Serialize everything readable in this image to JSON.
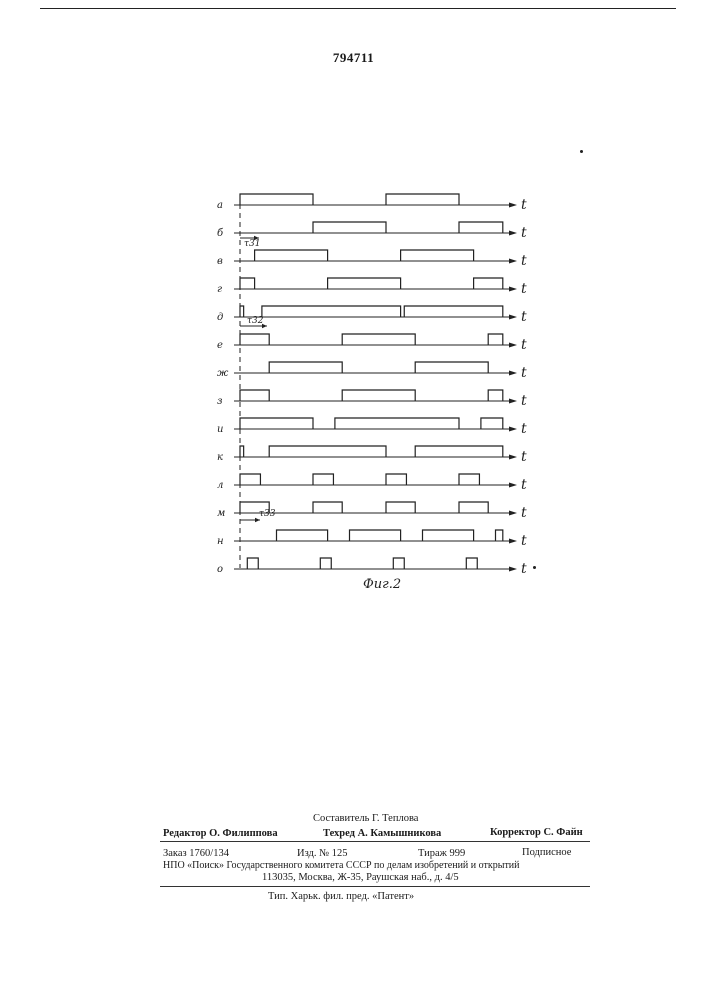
{
  "patent_number": "794711",
  "figure": {
    "caption": "Фиг.2",
    "axis_symbol": "t",
    "tau_labels": [
      "τ31",
      "τ32",
      "τ33"
    ],
    "signals": [
      {
        "label": "а",
        "pulses": [
          [
            0.0,
            1.0
          ],
          [
            2.0,
            3.0
          ]
        ],
        "tail": 0
      },
      {
        "label": "б",
        "pulses": [
          [
            1.0,
            2.0
          ],
          [
            3.0,
            3.6
          ]
        ],
        "tail": 0
      },
      {
        "label": "в",
        "pulses": [
          [
            0.2,
            1.2
          ],
          [
            2.2,
            3.2
          ]
        ],
        "tail": 0
      },
      {
        "label": "г",
        "pulses": [
          [
            0.0,
            0.2
          ],
          [
            1.2,
            2.2
          ],
          [
            3.2,
            3.6
          ]
        ],
        "tail": 1
      },
      {
        "label": "д",
        "pulses": [
          [
            0.0,
            0.05
          ],
          [
            0.3,
            2.2
          ],
          [
            2.25,
            3.6
          ]
        ],
        "tail": 1
      },
      {
        "label": "е",
        "pulses": [
          [
            0.0,
            0.4
          ],
          [
            1.4,
            2.4
          ],
          [
            3.4,
            3.6
          ]
        ],
        "tail": 1
      },
      {
        "label": "ж",
        "pulses": [
          [
            0.4,
            1.4
          ],
          [
            2.4,
            3.4
          ]
        ],
        "tail": 0
      },
      {
        "label": "з",
        "pulses": [
          [
            0.0,
            0.4
          ],
          [
            1.4,
            2.4
          ],
          [
            3.4,
            3.6
          ]
        ],
        "tail": 1
      },
      {
        "label": "и",
        "pulses": [
          [
            0.0,
            1.0
          ],
          [
            1.3,
            3.0
          ],
          [
            3.3,
            3.6
          ]
        ],
        "tail": 1
      },
      {
        "label": "к",
        "pulses": [
          [
            0.0,
            0.05
          ],
          [
            0.4,
            2.0
          ],
          [
            2.4,
            3.6
          ]
        ],
        "tail": 1
      },
      {
        "label": "л",
        "pulses": [
          [
            0.0,
            0.28
          ],
          [
            1.0,
            1.28
          ],
          [
            2.0,
            2.28
          ],
          [
            3.0,
            3.28
          ]
        ],
        "tail": 0
      },
      {
        "label": "м",
        "pulses": [
          [
            0.0,
            0.4
          ],
          [
            1.0,
            1.4
          ],
          [
            2.0,
            2.4
          ],
          [
            3.0,
            3.4
          ]
        ],
        "tail": 0
      },
      {
        "label": "н",
        "pulses": [
          [
            0.5,
            1.2
          ],
          [
            1.5,
            2.2
          ],
          [
            2.5,
            3.2
          ],
          [
            3.5,
            3.6
          ]
        ],
        "tail": 1
      },
      {
        "label": "о",
        "pulses": [
          [
            0.1,
            0.25
          ],
          [
            1.1,
            1.25
          ],
          [
            2.1,
            2.25
          ],
          [
            3.1,
            3.25
          ]
        ],
        "tail": 0
      }
    ]
  },
  "imprint": {
    "compiler": "Составитель Г. Теплова",
    "editor": "Редактор О. Филиппова",
    "techred": "Техред А. Камышникова",
    "corrector": "Корректор С. Файн",
    "order": "Заказ 1760/134",
    "edition": "Изд. № 125",
    "circulation": "Тираж 999",
    "subscription": "Подписное",
    "org_line": "НПО «Поиск» Государственного комитета СССР по делам изобретений и открытий",
    "address": "113035, Москва, Ж-35, Раушская наб., д. 4/5",
    "printer": "Тип. Харьк. фил. пред. «Патент»"
  }
}
